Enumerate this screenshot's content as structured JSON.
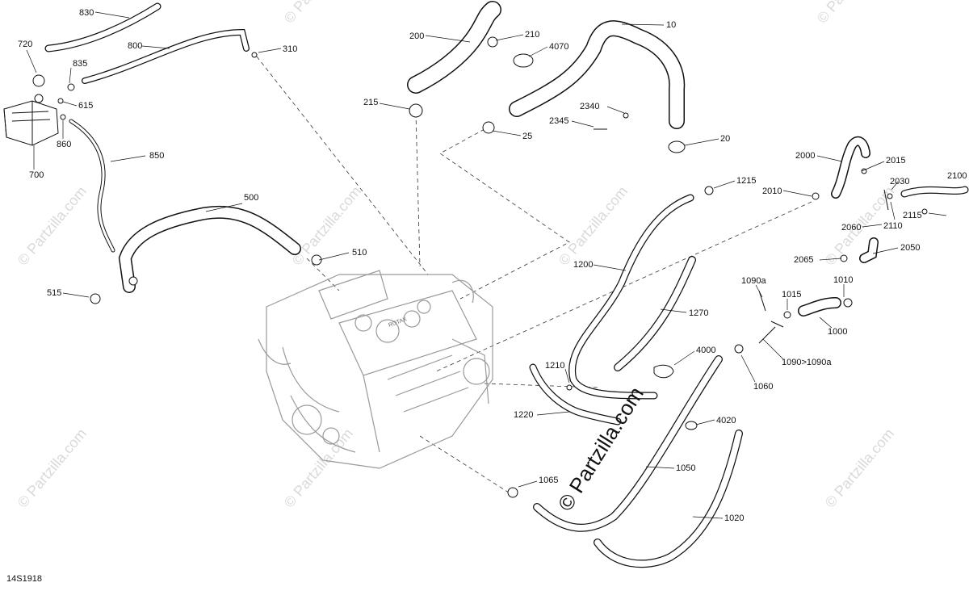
{
  "diagram_code": "14S1918",
  "watermark_text": "© Partzilla.com",
  "part_labels": [
    "830",
    "720",
    "800",
    "310",
    "835",
    "615",
    "860",
    "700",
    "850",
    "500",
    "510",
    "515",
    "200",
    "210",
    "4070",
    "215",
    "25",
    "10",
    "2340",
    "2345",
    "20",
    "1215",
    "2000",
    "2015",
    "2030",
    "2100",
    "2010",
    "2060",
    "2110",
    "2115",
    "2050",
    "2065",
    "1200",
    "1270",
    "1090a",
    "1015",
    "1010",
    "1000",
    "1090>1090a",
    "4000",
    "1060",
    "1210",
    "1220",
    "4020",
    "1065",
    "1050",
    "1020"
  ],
  "colors": {
    "line": "#111111",
    "engine": "#9a9a9a",
    "watermark": "#d9d9d9"
  }
}
